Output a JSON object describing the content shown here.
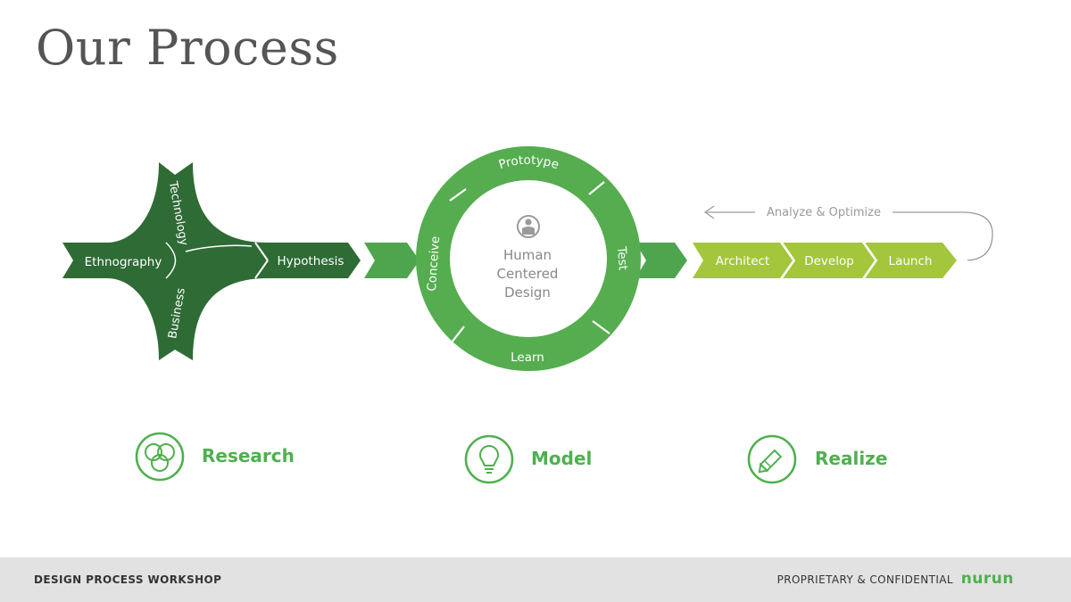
{
  "slide": {
    "title": "Our Process"
  },
  "diagram": {
    "colors": {
      "dark_green": "#2e6b35",
      "mid_green": "#4fa54d",
      "lime_green": "#a4c63c",
      "ring_green": "#55ad4f",
      "arrow_gray": "#9a9a9a"
    },
    "research_arrows": {
      "ethnography": "Ethnography",
      "hypothesis": "Hypothesis",
      "technology": "Technology",
      "business": "Business"
    },
    "cycle": {
      "prototype": "Prototype",
      "test": "Test",
      "learn": "Learn",
      "conceive": "Conceive",
      "center_line1": "Human",
      "center_line2": "Centered",
      "center_line3": "Design",
      "center_icon": "person-icon"
    },
    "realize_arrows": {
      "architect": "Architect",
      "develop": "Develop",
      "launch": "Launch",
      "loop_label": "Analyze & Optimize"
    }
  },
  "phases": [
    {
      "label": "Research",
      "icon": "venn-icon"
    },
    {
      "label": "Model",
      "icon": "lightbulb-icon"
    },
    {
      "label": "Realize",
      "icon": "pencil-icon"
    }
  ],
  "footer": {
    "left": "DESIGN PROCESS WORKSHOP",
    "right": "PROPRIETARY & CONFIDENTIAL",
    "logo": "nurun"
  }
}
